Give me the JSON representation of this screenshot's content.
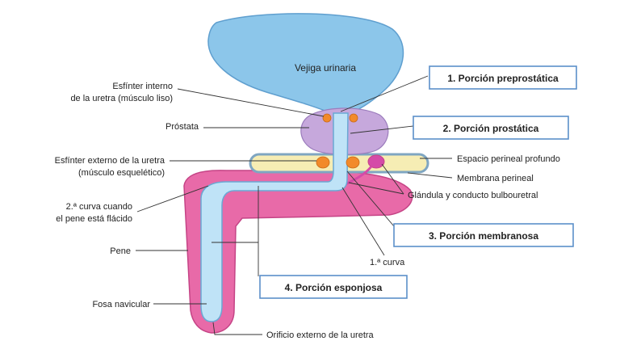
{
  "colors": {
    "bladder": "#8cc6ea",
    "bladder_edge": "#5f9fcf",
    "prostate": "#c6a8dc",
    "prostate_edge": "#9b7cbc",
    "penis": "#e86aa8",
    "penis_edge": "#c54486",
    "urethra": "#bfe3f7",
    "urethra_edge": "#6aa8d4",
    "membrane": "#f6edb4",
    "membrane_edge": "#7fa6c2",
    "sphincter": "#f28a2a",
    "gland": "#d54aa8",
    "box_border": "#5b8fc9",
    "line": "#333333"
  },
  "organ_labels": {
    "bladder": "Vejiga urinaria"
  },
  "left_labels": {
    "internal_sphincter_1": "Esfínter interno",
    "internal_sphincter_2": "de la uretra (músculo liso)",
    "prostate": "Próstata",
    "external_sphincter_1": "Esfínter externo de la uretra",
    "external_sphincter_2": "(músculo esquelético)",
    "second_curve_1": "2.ª curva cuando",
    "second_curve_2": "el pene está flácido",
    "penis": "Pene",
    "navicular_fossa": "Fosa navicular"
  },
  "right_labels": {
    "deep_perineal_space": "Espacio perineal profundo",
    "perineal_membrane": "Membrana perineal",
    "bulbourethral": "Glándula y conducto bulbouretral",
    "first_curve": "1.ª curva",
    "external_orifice": "Orificio externo de la uretra"
  },
  "boxes": {
    "preprostatic": "1. Porción preprostática",
    "prostatic": "2. Porción prostática",
    "membranous": "3. Porción membranosa",
    "spongy": "4. Porción esponjosa"
  }
}
